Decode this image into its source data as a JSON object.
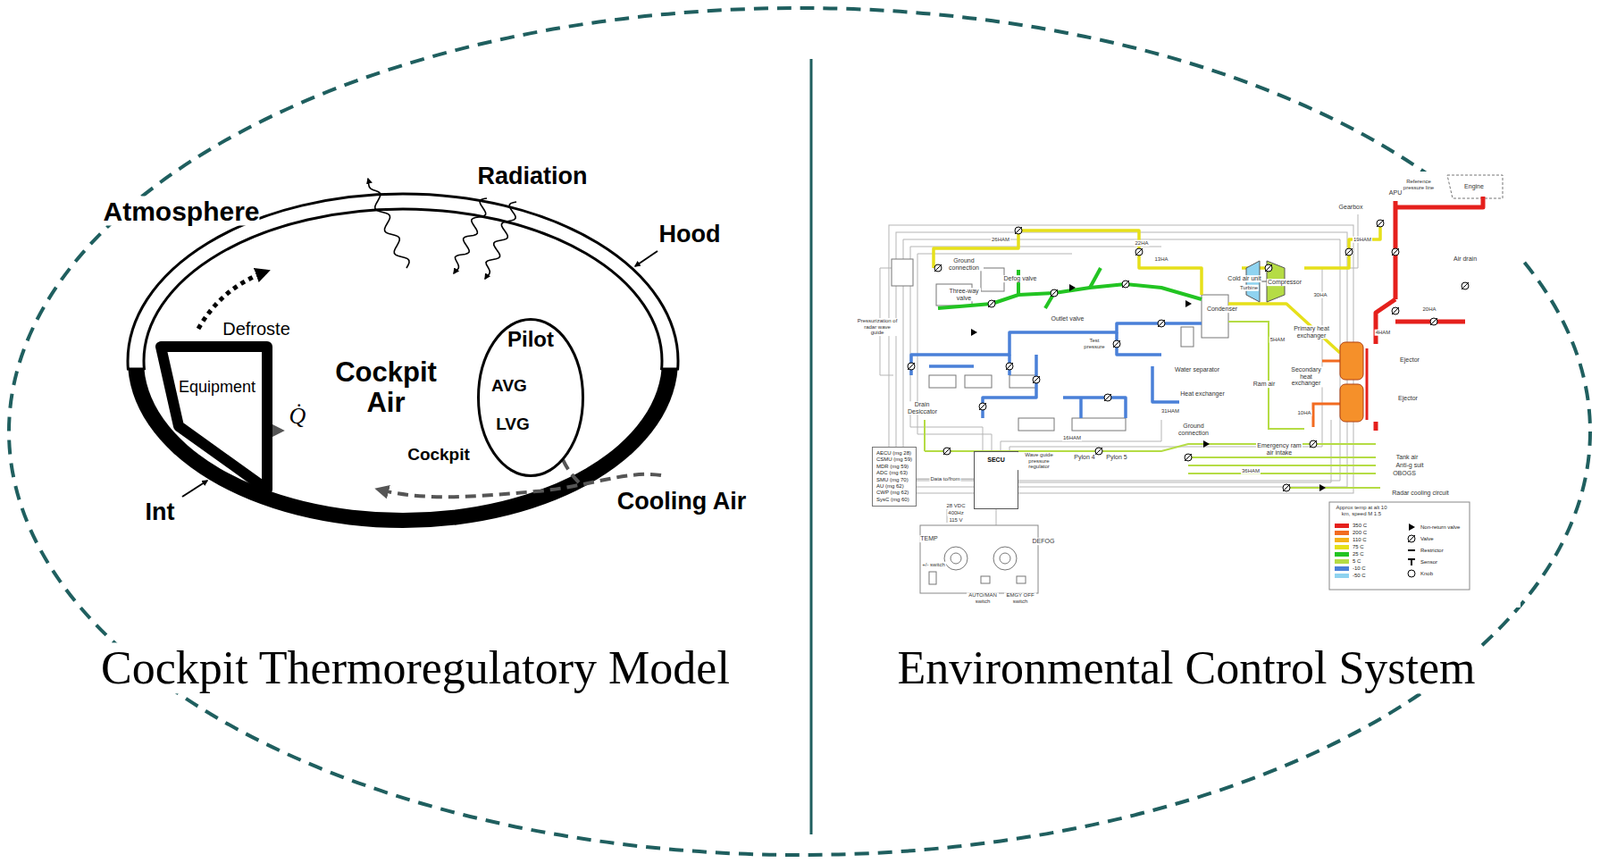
{
  "diagram": {
    "nodes": [
      {
        "text": [
          "Equipment"
        ]
      },
      {
        "text": [
          "Pilot",
          "AVG",
          "LVG"
        ]
      },
      {
        "text": [
          "SECU"
        ]
      },
      {
        "text": [
          "AECU (mg 28)",
          "CSMU (mg 59)",
          "MDR (mg 59)",
          "ADC (mg 63)",
          "SMU (mg 70)",
          "AU (mg 62)",
          "CWP (mg 62)",
          "SysC (mg 60)"
        ]
      }
    ],
    "edges": [
      {
        "from": 3,
        "to": 2,
        "arrow": "none",
        "label": "Data to/from"
      }
    ],
    "labels": [
      "Atmosphere",
      "Radiation",
      "Hood",
      "Defroste",
      "Cockpit Air",
      "Q̇",
      "Cockpit",
      "Cooling Air",
      "Int",
      "Cockpit Thermoregulatory Model",
      "Environmental Control System",
      "Engine",
      "Reference pressure line",
      "APU",
      "Gearbox",
      "Air drain",
      "Cold air unit",
      "Turbine",
      "Compressor",
      "Condenser",
      "Water separator",
      "Heat exchanger",
      "Primary heat exchanger",
      "Secondary heat exchanger",
      "Ejector",
      "Ejector",
      "Ram air",
      "Emergency ram air intake",
      "Tank air",
      "Anti-g suit",
      "OBOGS",
      "Radar cooling circuit",
      "Ground connection",
      "Pylon 4",
      "Pylon 5",
      "Wave guide pressure regulator",
      "28 VDC",
      "400Hz",
      "115 V",
      "TEMP",
      "DEFOG",
      "AUTO/MAN switch",
      "EMGY OFF switch",
      "+/- switch",
      "Ground connection",
      "Three-way valve",
      "Defog valve",
      "Outlet valve",
      "Pressurization of radar wave guide",
      "Drain Desiccator",
      "Test pressure",
      "Approx temp at alt 10 km, speed M 1.5",
      "19HAM",
      "20HA",
      "22HA",
      "26HAM",
      "30HA",
      "4HAM",
      "5HAM",
      "10HA",
      "13HA",
      "16HAM",
      "31HAM",
      "36HAM"
    ],
    "legend": [
      {
        "text": "350 C",
        "color": "#e5201c"
      },
      {
        "text": "200 C",
        "color": "#f26b21"
      },
      {
        "text": "110 C",
        "color": "#f5b21a"
      },
      {
        "text": "75 C",
        "color": "#e6e01a"
      },
      {
        "text": "25 C",
        "color": "#22c422"
      },
      {
        "text": "5 C",
        "color": "#b5dc45"
      },
      {
        "text": "-10 C",
        "color": "#4a80d8"
      },
      {
        "text": "-50 C",
        "color": "#8fd3f0"
      },
      {
        "text": "Non-return valve"
      },
      {
        "text": "Valve"
      },
      {
        "text": "Restrictor"
      },
      {
        "text": "Sensor"
      },
      {
        "text": "Knob"
      }
    ]
  }
}
